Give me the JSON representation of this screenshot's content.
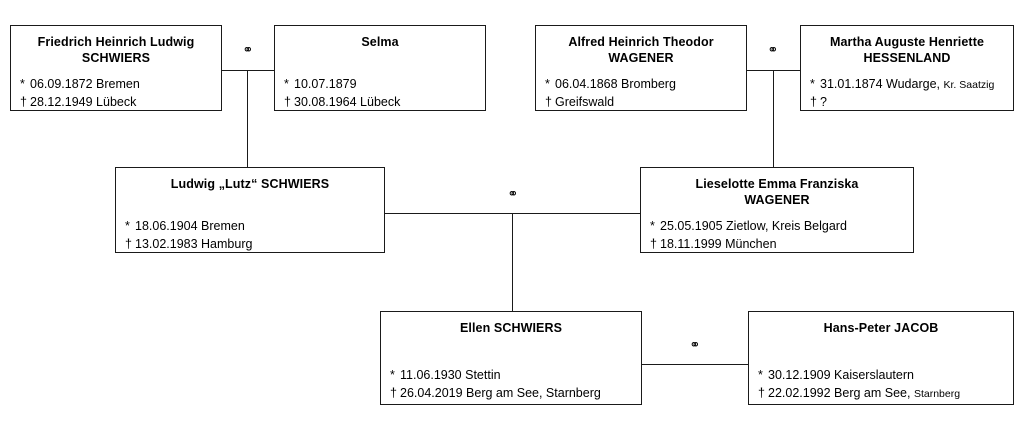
{
  "diagram": {
    "type": "family-tree",
    "marriage_symbol": "⚭",
    "birth_symbol": "*",
    "death_symbol": "†",
    "line_color": "#1a1a1a",
    "box_border_color": "#1a1a1a",
    "background_color": "#ffffff"
  },
  "people": {
    "friedrich": {
      "given": "Friedrich Heinrich Ludwig",
      "surname": "SCHWIERS",
      "birth": "06.09.1872 Bremen",
      "death": "28.12.1949 Lübeck"
    },
    "selma": {
      "given": "Selma",
      "surname": "",
      "birth": "10.07.1879",
      "death": "30.08.1964 Lübeck"
    },
    "alfred": {
      "given": "Alfred Heinrich Theodor",
      "surname": "WAGENER",
      "birth": "06.04.1868 Bromberg",
      "death": "Greifswald"
    },
    "martha": {
      "given": "Martha Auguste Henriette",
      "surname": "HESSENLAND",
      "birth": "31.01.1874 Wudarge,",
      "birth_small": "Kr. Saatzig",
      "death": "?"
    },
    "ludwig": {
      "given": "Ludwig „Lutz“ SCHWIERS",
      "surname": "",
      "birth": "18.06.1904 Bremen",
      "death": "13.02.1983 Hamburg"
    },
    "lieselotte": {
      "given": "Lieselotte Emma Franziska",
      "surname": "WAGENER",
      "birth": "25.05.1905 Zietlow, Kreis Belgard",
      "death": "18.11.1999 München"
    },
    "ellen": {
      "given": "Ellen SCHWIERS",
      "surname": "",
      "birth": "11.06.1930 Stettin",
      "death": "26.04.2019 Berg am See, Starnberg"
    },
    "hanspeter": {
      "given": "Hans-Peter JACOB",
      "surname": "",
      "birth": "30.12.1909 Kaiserslautern",
      "death": "22.02.1992 Berg am See,",
      "death_small": "Starnberg"
    }
  },
  "marriages": [
    {
      "id": "friedrich-selma",
      "symbol": "⚭"
    },
    {
      "id": "alfred-martha",
      "symbol": "⚭"
    },
    {
      "id": "ludwig-lieselotte",
      "symbol": "⚭"
    },
    {
      "id": "ellen-hanspeter",
      "symbol": "⚭"
    }
  ]
}
